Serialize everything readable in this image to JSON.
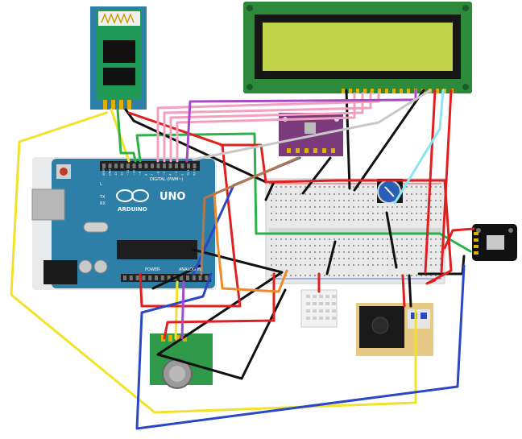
{
  "arduino": {
    "brand": "ARDUINO",
    "model": "UNO",
    "digital_header": "DIGITAL (PWM~)",
    "power_label": "POWER",
    "analog_label": "ANALOG IN",
    "tx_label": "TX",
    "rx_label": "RX",
    "l_label": "L",
    "pin_labels": [
      "AREF",
      "GND",
      "13",
      "12",
      "~11",
      "~10",
      "~9",
      "8",
      "7",
      "~6",
      "~5",
      "4",
      "~3",
      "2",
      "TX 1",
      "RX 0"
    ]
  },
  "colors": {
    "breadboard": "#e9e9e9",
    "arduino_board": "#2e7fa8",
    "lcd_screen": "#bfd24a",
    "wire_red": "#e02020",
    "wire_black": "#111111",
    "wire_yellow": "#f2e22a",
    "wire_green": "#2bb34a",
    "wire_blue": "#2a48c6",
    "wire_pink": "#f3a0c0",
    "wire_purple": "#a64ac9",
    "wire_orange": "#f08a2a",
    "wire_lightblue": "#8ae6f0",
    "wire_brown": "#b2784a",
    "wire_gray": "#c8c8c8"
  },
  "components": [
    {
      "name": "bluetooth-module-icon"
    },
    {
      "name": "lcd-16x2-icon"
    },
    {
      "name": "arduino-uno-icon"
    },
    {
      "name": "breadboard-icon"
    },
    {
      "name": "potentiometer-icon"
    },
    {
      "name": "bmp-sensor-module-icon"
    },
    {
      "name": "dht-sensor-icon"
    },
    {
      "name": "gas-sensor-module-icon"
    },
    {
      "name": "dust-sensor-icon"
    },
    {
      "name": "rtc-module-icon"
    }
  ]
}
